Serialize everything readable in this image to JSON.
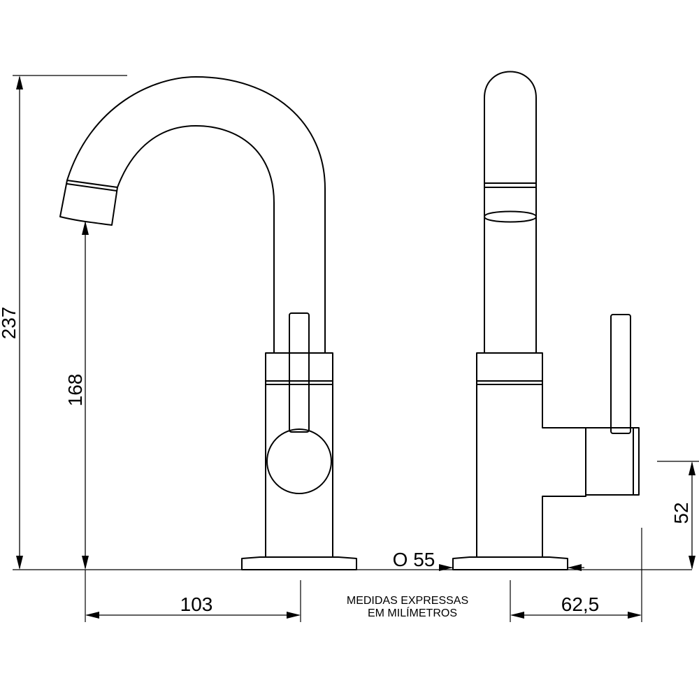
{
  "dimensions": {
    "total_height": "237",
    "spout_height": "168",
    "spout_reach": "103",
    "base_diameter": "O 55",
    "side_depth": "62,5",
    "handle_height": "52"
  },
  "note": {
    "line1": "MEDIDAS EXPRESSAS",
    "line2": "EM MILÍMETROS"
  }
}
